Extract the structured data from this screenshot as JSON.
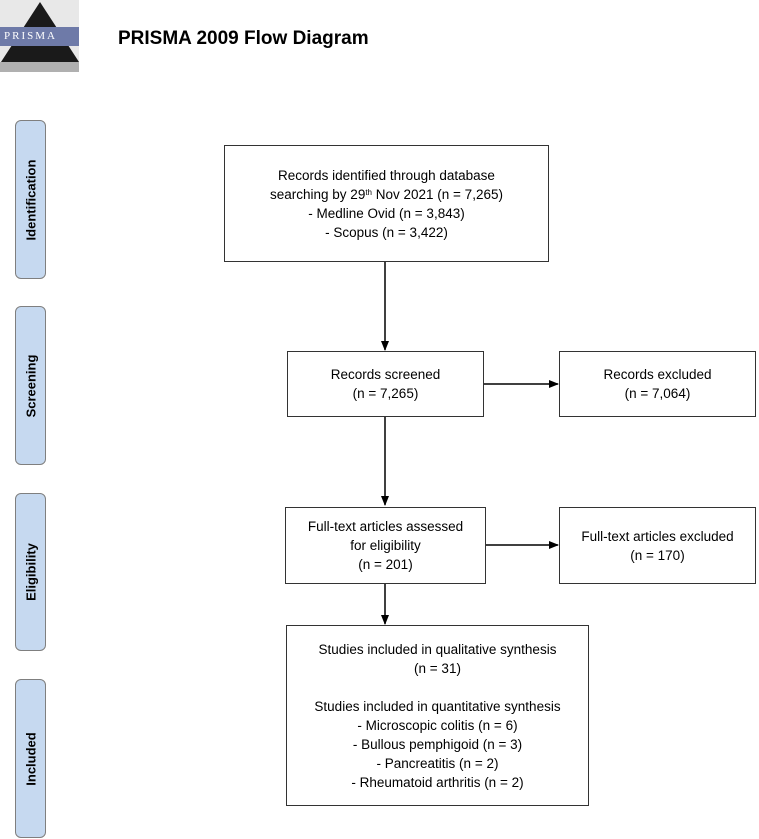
{
  "header": {
    "logo_text": "PRISMA",
    "title": "PRISMA 2009 Flow Diagram"
  },
  "phases": {
    "identification": "Identification",
    "screening": "Screening",
    "eligibility": "Eligibility",
    "included": "Included"
  },
  "boxes": {
    "identified": {
      "line1": "Records identified through database",
      "line2_pre": "searching by 29",
      "line2_sup": "th",
      "line2_post": " Nov 2021 (n = 7,265)",
      "line3": "- Medline Ovid (n = 3,843)",
      "line4": "- Scopus (n = 3,422)"
    },
    "screened": {
      "line1": "Records screened",
      "line2": "(n = 7,265)"
    },
    "excluded": {
      "line1": "Records excluded",
      "line2": "(n = 7,064)"
    },
    "fulltext_assessed": {
      "line1": "Full-text articles assessed",
      "line2": "for eligibility",
      "line3": "(n = 201)"
    },
    "fulltext_excluded": {
      "line1": "Full-text articles excluded",
      "line2": "(n = 170)"
    },
    "included": {
      "line1": "Studies included in qualitative synthesis",
      "line2": "(n = 31)",
      "line3": "Studies included in quantitative synthesis",
      "line4": "- Microscopic colitis (n = 6)",
      "line5": "- Bullous pemphigoid (n = 3)",
      "line6": "- Pancreatitis (n = 2)",
      "line7": "- Rheumatoid arthritis (n = 2)"
    }
  },
  "colors": {
    "phase_fill": "#c6d9f0",
    "phase_border": "#7f7f7f",
    "box_border": "#333333",
    "logo_dark": "#1a1a1a",
    "logo_band": "#6e7aa8"
  }
}
